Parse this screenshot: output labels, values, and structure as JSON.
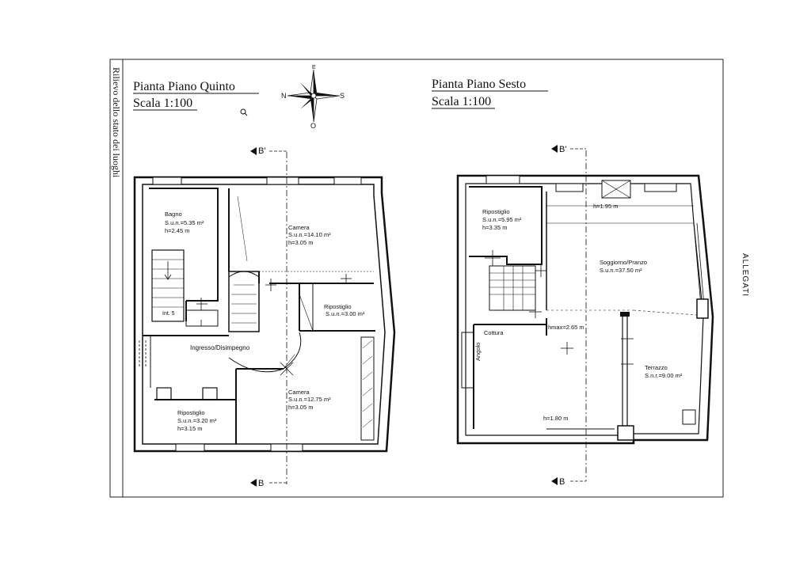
{
  "sheet": {
    "side_label": "Rilievo dello stato dei luoghi",
    "annex_label": "ALLEGATI"
  },
  "plan_left": {
    "title": "Pianta Piano Quinto",
    "scale": "Scala 1:100",
    "section_top": "B'",
    "section_bottom": "B",
    "rooms": [
      {
        "name": "Bagno",
        "area_label": "S.u.n.=5.35 m²",
        "height": "h=2.45 m"
      },
      {
        "name": "Camera",
        "area_label": "S.u.n.=14.10 m²",
        "height": "h=3.05 m"
      },
      {
        "name": "Ripostiglio",
        "area_label": "S.u.n.=3.00 m²",
        "height": ""
      },
      {
        "name": "Ingresso/Disimpegno",
        "area_label": "",
        "height": ""
      },
      {
        "name": "Camera",
        "area_label": "S.u.n.=12.75 m²",
        "height": "h=3.05 m"
      },
      {
        "name": "Ripostiglio",
        "area_label": "S.u.n.=3.20 m²",
        "height": "h=3.15 m"
      }
    ],
    "stair_label": "Int. 5"
  },
  "plan_right": {
    "title": "Pianta Piano Sesto",
    "scale": "Scala 1:100",
    "section_top": "B'",
    "section_bottom": "B",
    "rooms": [
      {
        "name": "Ripostiglio",
        "area_label": "S.u.n.=5.95 m²",
        "height": "h=3.35 m"
      },
      {
        "name": "Soggiorno/Pranzo",
        "area_label": "S.u.n.=37.50 m²",
        "height": ""
      },
      {
        "name": "Cottura",
        "area_label": "",
        "height": ""
      },
      {
        "name": "Angolo",
        "area_label": "",
        "height": ""
      },
      {
        "name": "Terrazzo",
        "area_label": "S.n.r.=9.00 m²",
        "height": ""
      }
    ],
    "h_top": "h=1.95 m",
    "h_max": "hmax=2.65 m",
    "h_bottom": "h=1.80 m"
  },
  "compass": {
    "n": "N",
    "s": "S",
    "e": "E",
    "o": "O"
  }
}
